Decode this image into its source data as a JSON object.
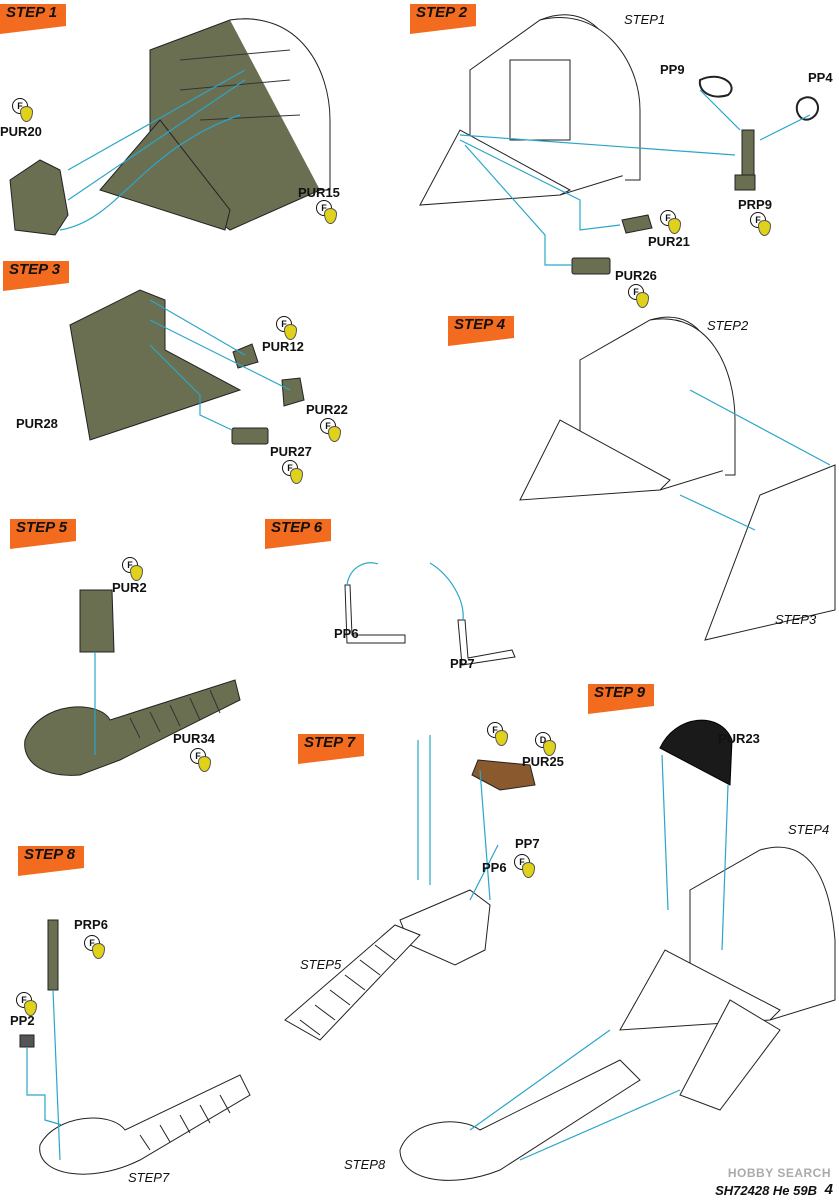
{
  "steps": [
    {
      "label": "STEP 1"
    },
    {
      "label": "STEP 2"
    },
    {
      "label": "STEP 3"
    },
    {
      "label": "STEP 4"
    },
    {
      "label": "STEP 5"
    },
    {
      "label": "STEP 6"
    },
    {
      "label": "STEP 7"
    },
    {
      "label": "STEP 8"
    },
    {
      "label": "STEP 9"
    }
  ],
  "parts": {
    "pur20": "PUR20",
    "pur15": "PUR15",
    "pp9": "PP9",
    "pp4": "PP4",
    "prp9": "PRP9",
    "pur21": "PUR21",
    "pur26": "PUR26",
    "pur12": "PUR12",
    "pur22": "PUR22",
    "pur28": "PUR28",
    "pur27": "PUR27",
    "pur2": "PUR2",
    "pur34": "PUR34",
    "pp6a": "PP6",
    "pp7a": "PP7",
    "pur25": "PUR25",
    "pur23": "PUR23",
    "pp7b": "PP7",
    "pp6b": "PP6",
    "prp6": "PRP6",
    "pp2": "PP2"
  },
  "refs": {
    "step1": "STEP1",
    "step2": "STEP2",
    "step3": "STEP3",
    "step4": "STEP4",
    "step5": "STEP5",
    "step7": "STEP7",
    "step8": "STEP8"
  },
  "badges": {
    "f": "F",
    "d": "D"
  },
  "colors": {
    "step_tag": "#f26b1f",
    "part_green": "#6b6f52",
    "leader": "#2aa6c9",
    "brown": "#8a5a2e",
    "drop": "#e0d21a"
  },
  "footer": {
    "code": "SH72428 He 59B",
    "page": "4",
    "watermark": "HOBBY SEARCH"
  }
}
